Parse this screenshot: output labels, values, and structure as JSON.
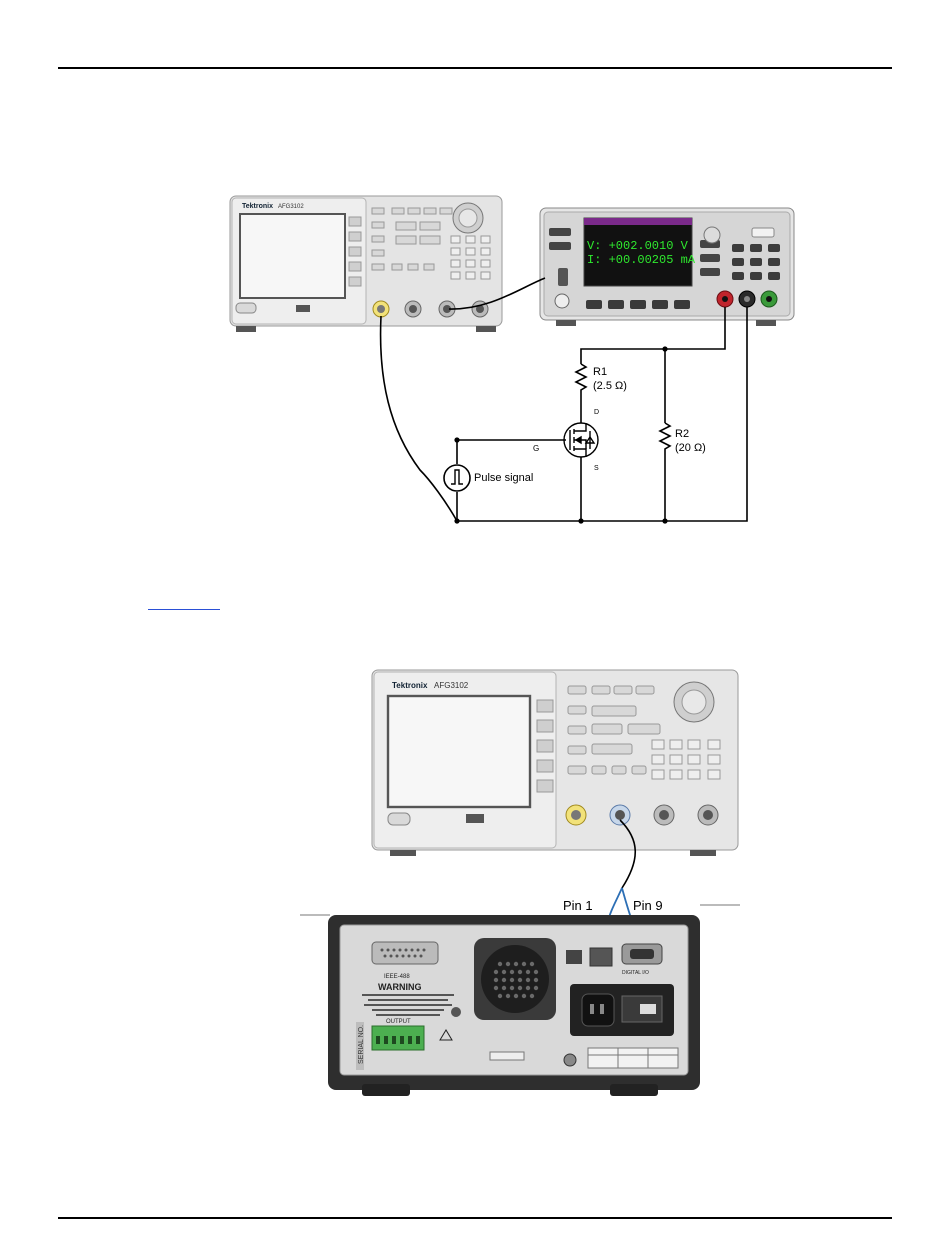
{
  "figure1": {
    "generator": {
      "brand": "Tektronix",
      "model": "AFG3102"
    },
    "smu": {
      "screen_v": "V: +002.0010 V",
      "screen_i": "I: +00.00205 mA"
    },
    "circuit": {
      "r1_name": "R1",
      "r1_value": "(2.5 Ω)",
      "r2_name": "R2",
      "r2_value": "(20 Ω)",
      "drain": "D",
      "gate": "G",
      "source": "S",
      "pulse_label": "Pulse signal"
    }
  },
  "figure2": {
    "generator": {
      "brand": "Tektronix",
      "model": "AFG3102"
    },
    "pin1": "Pin 1",
    "pin9": "Pin 9",
    "rear_panel": {
      "gpib": "IEEE-488",
      "warning_title": "WARNING",
      "output_label": "OUTPUT",
      "digital_io": "DIGITAL I/O",
      "serial_no": "SERIAL NO."
    }
  },
  "colors": {
    "instrument_body": "#e6e6e6",
    "screen_bg": "#111111",
    "screen_text": "#2ee82e",
    "terminal_red": "#c0242c",
    "terminal_green": "#3a9a3a",
    "cable_blue": "#2d6fb5",
    "link": "#2a4fd6"
  }
}
